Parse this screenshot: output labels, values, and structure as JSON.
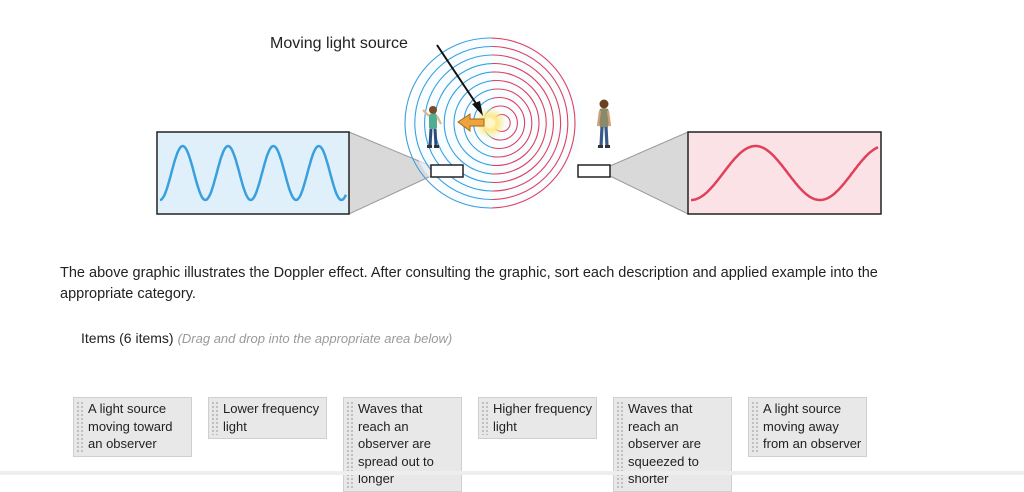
{
  "figure": {
    "label": "Moving light source",
    "colors": {
      "blue_wave": "#3aa0dd",
      "red_wave": "#e0405a",
      "blue_fill": "#dff0fb",
      "red_fill": "#fbe2e6",
      "arrow": "#f2a23c"
    }
  },
  "question": "The above graphic illustrates the Doppler effect. After consulting the graphic, sort each description and applied example into the appropriate category.",
  "items_header": {
    "title": "Items (6 items)",
    "hint": "(Drag and drop into the appropriate area below)"
  },
  "items": [
    "A light source moving toward an observer",
    "Lower frequency light",
    "Waves that reach an observer are spread out to longer",
    "Higher frequency light",
    "Waves that reach an observer are squeezed to shorter",
    "A light source moving away from an observer"
  ]
}
